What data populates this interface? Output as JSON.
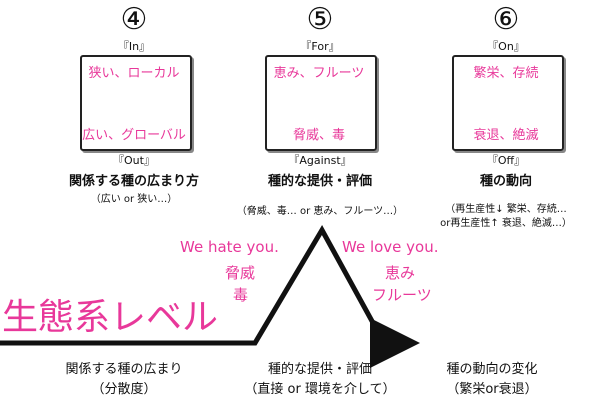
{
  "columns": [
    {
      "num": "④",
      "tag_top": "『In』",
      "top_pink": "狭い、ローカル",
      "bottom_pink": "広い、グローバル",
      "tag_bottom": "『Out』",
      "heading": "関係する種の広まり方",
      "sub1": "（広い or 狭い…）",
      "sub2": ""
    },
    {
      "num": "⑤",
      "tag_top": "『For』",
      "top_pink": "恵み、フルーツ",
      "bottom_pink": "脅威、毒",
      "tag_bottom": "『Against』",
      "heading": "種的な提供・評価",
      "sub1": "（脅威、毒… or 恵み、フルーツ…）",
      "sub2": ""
    },
    {
      "num": "⑥",
      "tag_top": "『On』",
      "top_pink": "繁栄、存続",
      "bottom_pink": "衰退、絶滅",
      "tag_bottom": "『Off』",
      "heading": "種の動向",
      "sub1": "（再生産性↓ 繁栄、存続…",
      "sub2": "or再生産性↑ 衰退、絶滅…）"
    }
  ],
  "triangle": {
    "left_en": "We hate you.",
    "left_jp1": "脅威",
    "left_jp2": "毒",
    "right_en": "We love you.",
    "right_jp1": "恵み",
    "right_jp2": "フルーツ"
  },
  "level_label": "生態系レベル",
  "bottom_labels": [
    {
      "line1": "関係する種の広まり",
      "line2": "（分散度）"
    },
    {
      "line1": "種的な提供・評価",
      "line2": "（直接 or 環境を介して）"
    },
    {
      "line1": "種の動向の変化",
      "line2": "（繁栄or衰退）"
    }
  ],
  "colors": {
    "accent": "#e8389a",
    "ink": "#111111"
  }
}
